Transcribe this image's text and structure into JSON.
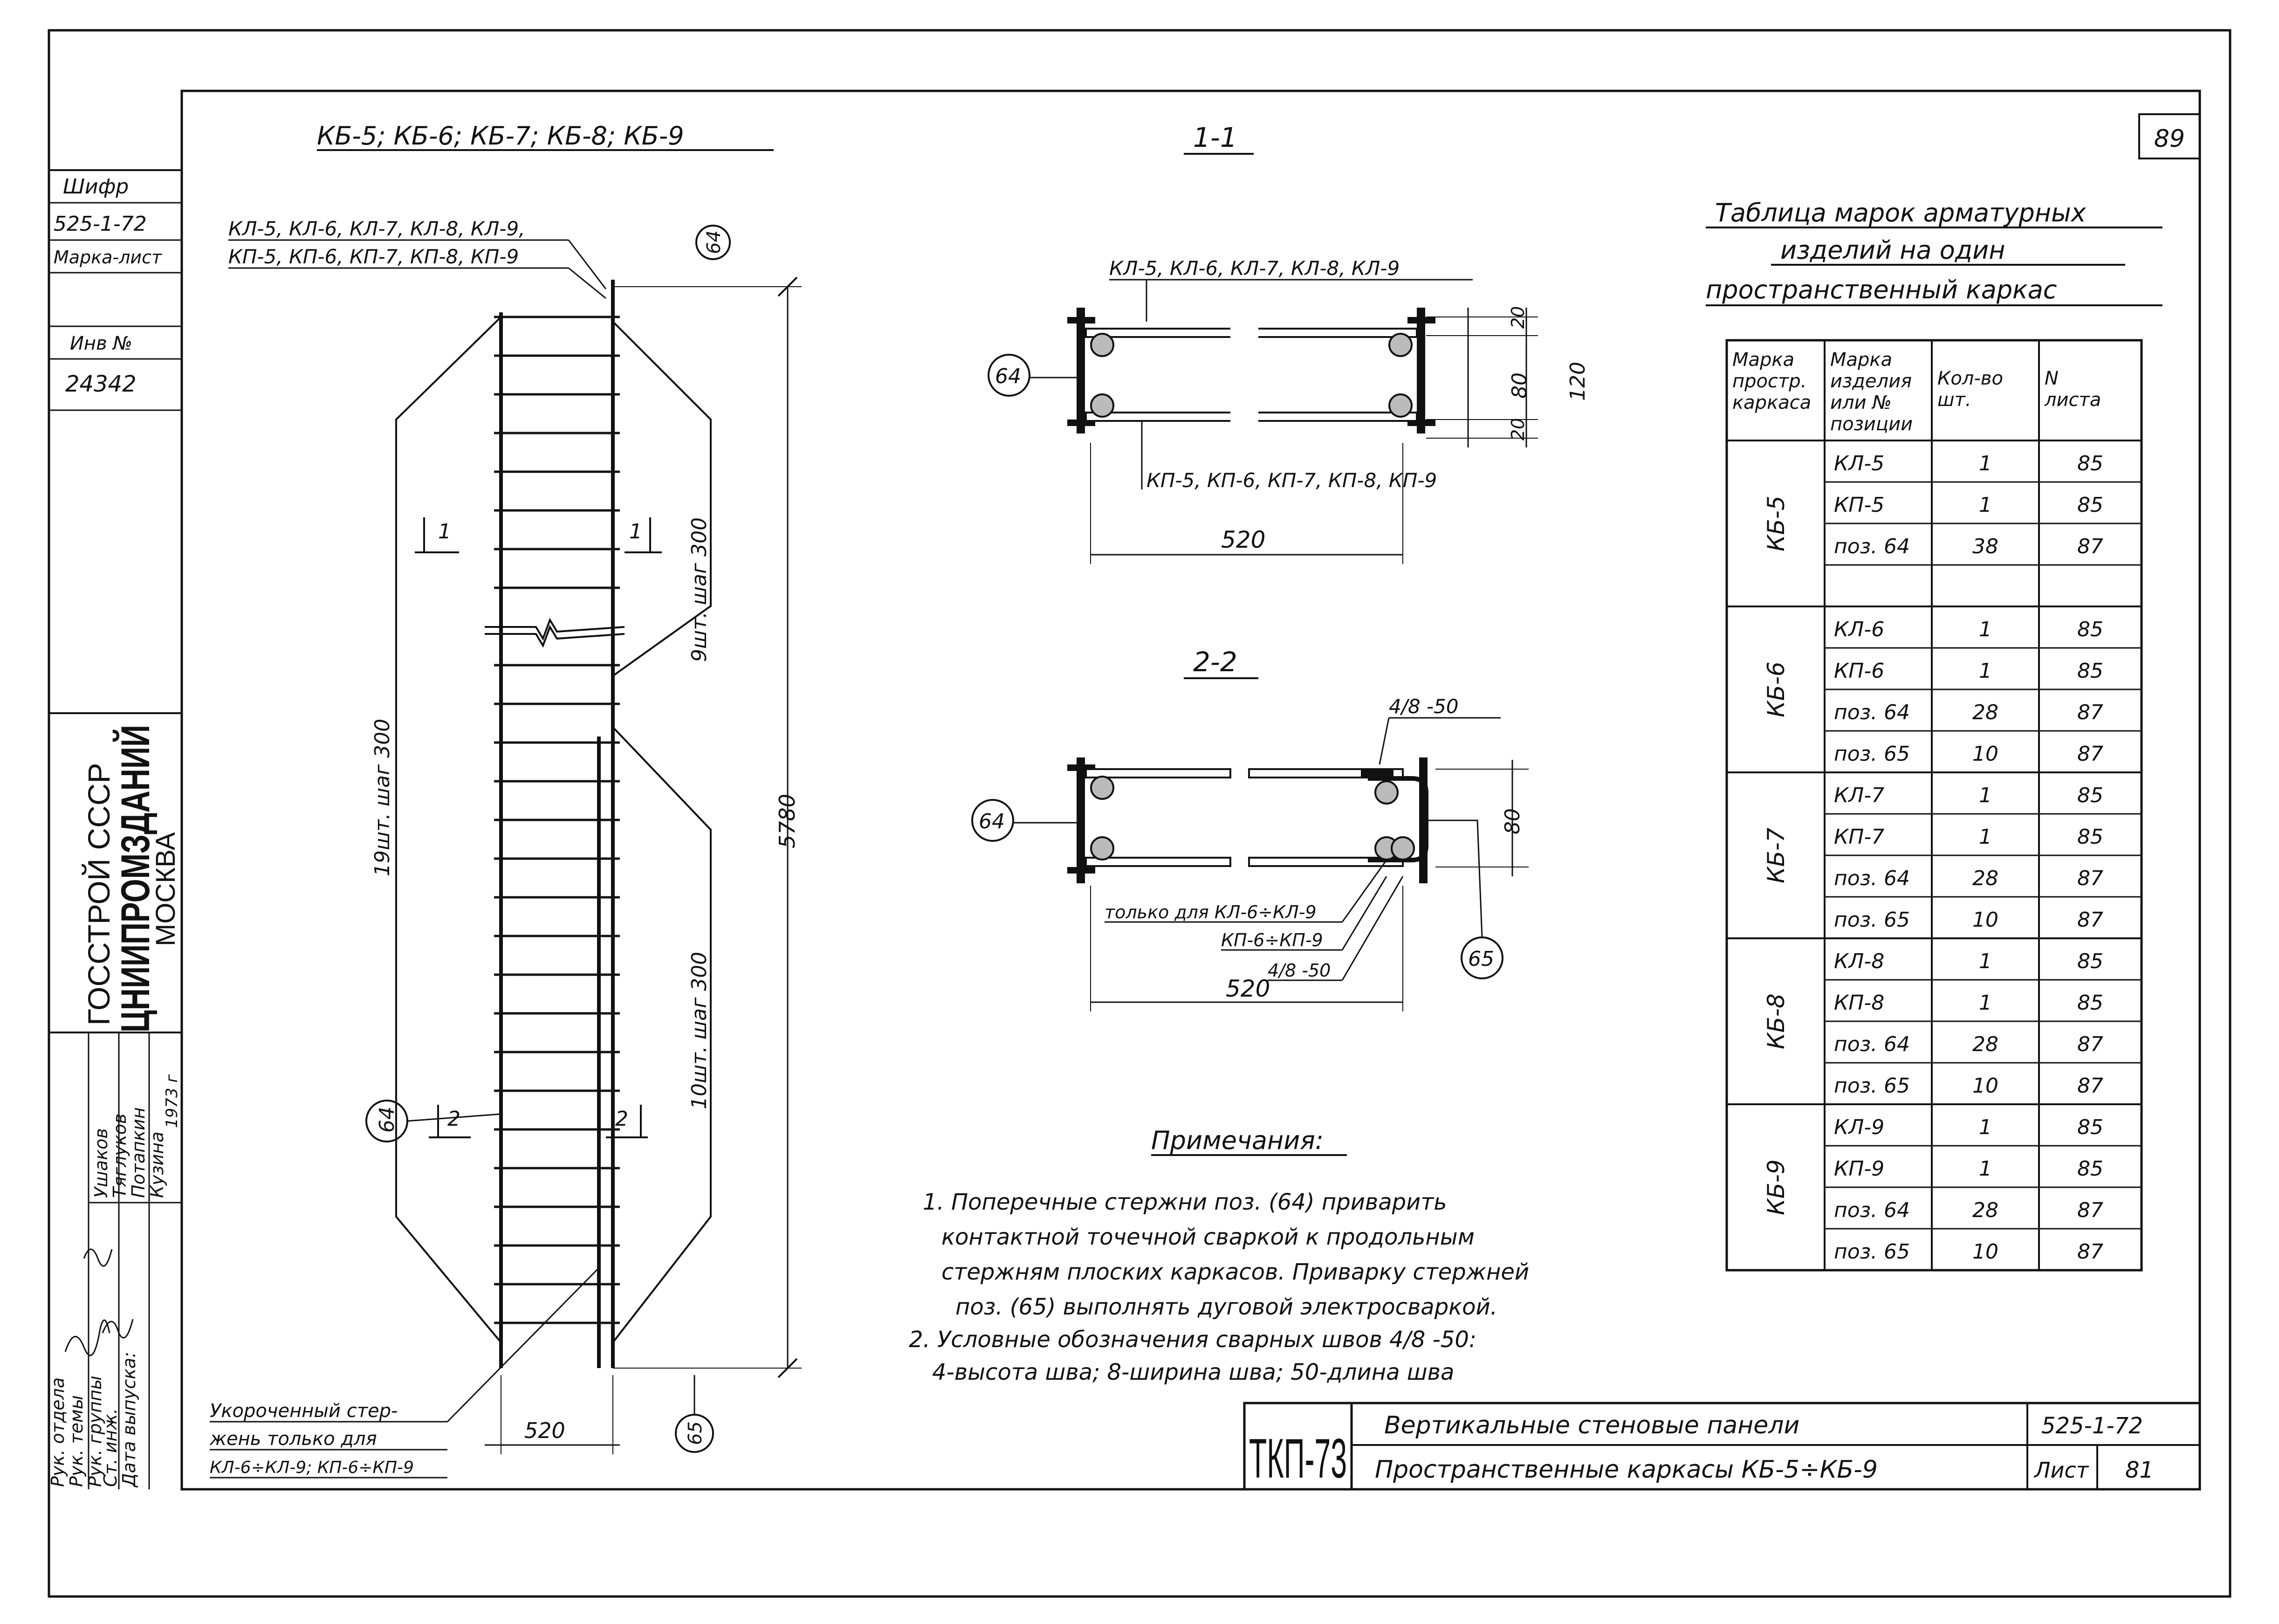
{
  "sheet_number": "89",
  "left_stamp": {
    "shifr_label": "Шифр",
    "shifr_value": "525-1-72",
    "marka_list_label": "Марка-лист",
    "inv_label": "Инв №",
    "inv_value": "24342",
    "org_line1": "ГОССТРОЙ СССР",
    "org_line2": "ЦНИИПРОМЗДАНИЙ",
    "org_line3": "МОСКВА",
    "roles": [
      "Рук. отдела",
      "Рук. темы",
      "Рук. группы",
      "Ст. инж.",
      "Дата выпуска:"
    ],
    "names": [
      "Ушаков",
      "Тяглуков",
      "Потапкин",
      "Кузина",
      "1973 г"
    ]
  },
  "elevation": {
    "title": "КБ-5; КБ-6; КБ-7; КБ-8; КБ-9",
    "label_top_1": "КЛ-5, КЛ-6, КЛ-7, КЛ-8, КЛ-9,",
    "label_top_2": "КП-5, КП-6, КП-7, КП-8, КП-9",
    "pos_64": "64",
    "pos_65": "65",
    "dim_total": "5780",
    "dim_width": "520",
    "step_left": "19шт. шаг 300",
    "step_right_top": "9шт. шаг 300",
    "step_right_bottom": "10шт. шаг 300",
    "section_1": "1",
    "section_2": "2",
    "note_short_1": "Укороченный стер-",
    "note_short_2": "жень только для",
    "note_short_3": "КЛ-6÷КЛ-9; КП-6÷КП-9"
  },
  "section_1_1": {
    "title": "1-1",
    "label_top": "КЛ-5, КЛ-6, КЛ-7, КЛ-8, КЛ-9",
    "label_bottom": "КП-5, КП-6, КП-7, КП-8, КП-9",
    "pos": "64",
    "dim_20a": "20",
    "dim_80": "80",
    "dim_20b": "20",
    "dim_120": "120",
    "dim_520": "520"
  },
  "section_2_2": {
    "title": "2-2",
    "weld": "4/8 -50",
    "pos_64": "64",
    "pos_65": "65",
    "dim_80": "80",
    "only_1": "только для КЛ-6÷КЛ-9",
    "only_2": "КП-6÷КП-9",
    "weld2": "4/8 -50",
    "dim_520": "520"
  },
  "table": {
    "title_1": "Таблица марок арматурных",
    "title_2": "изделий на один",
    "title_3": "пространственный каркас",
    "headers": [
      "Марка простр. каркаса",
      "Марка изделия или № позиции",
      "Кол-во шт.",
      "N листа"
    ],
    "groups": [
      {
        "name": "КБ-5",
        "rows": [
          [
            "КЛ-5",
            "1",
            "85"
          ],
          [
            "КП-5",
            "1",
            "85"
          ],
          [
            "поз. 64",
            "38",
            "87"
          ],
          [
            "",
            "",
            ""
          ]
        ]
      },
      {
        "name": "КБ-6",
        "rows": [
          [
            "КЛ-6",
            "1",
            "85"
          ],
          [
            "КП-6",
            "1",
            "85"
          ],
          [
            "поз. 64",
            "28",
            "87"
          ],
          [
            "поз. 65",
            "10",
            "87"
          ]
        ]
      },
      {
        "name": "КБ-7",
        "rows": [
          [
            "КЛ-7",
            "1",
            "85"
          ],
          [
            "КП-7",
            "1",
            "85"
          ],
          [
            "поз. 64",
            "28",
            "87"
          ],
          [
            "поз. 65",
            "10",
            "87"
          ]
        ]
      },
      {
        "name": "КБ-8",
        "rows": [
          [
            "КЛ-8",
            "1",
            "85"
          ],
          [
            "КП-8",
            "1",
            "85"
          ],
          [
            "поз. 64",
            "28",
            "87"
          ],
          [
            "поз. 65",
            "10",
            "87"
          ]
        ]
      },
      {
        "name": "КБ-9",
        "rows": [
          [
            "КЛ-9",
            "1",
            "85"
          ],
          [
            "КП-9",
            "1",
            "85"
          ],
          [
            "поз. 64",
            "28",
            "87"
          ],
          [
            "поз. 65",
            "10",
            "87"
          ]
        ]
      }
    ]
  },
  "notes": {
    "title": "Примечания:",
    "lines": [
      "1. Поперечные стержни поз. (64) приварить",
      "контактной точечной сваркой к продольным",
      "стержням плоских каркасов. Приварку стержней",
      "поз. (65) выполнять дуговой электросваркой.",
      "2. Условные обозначения сварных швов 4/8 -50:",
      "4-высота шва; 8-ширина шва; 50-длина шва"
    ]
  },
  "title_block": {
    "series": "ТКП-73",
    "line_1": "Вертикальные стеновые панели",
    "line_2": "Пространственные каркасы КБ-5÷КБ-9",
    "code": "525-1-72",
    "list_label": "Лист",
    "list_value": "81"
  }
}
